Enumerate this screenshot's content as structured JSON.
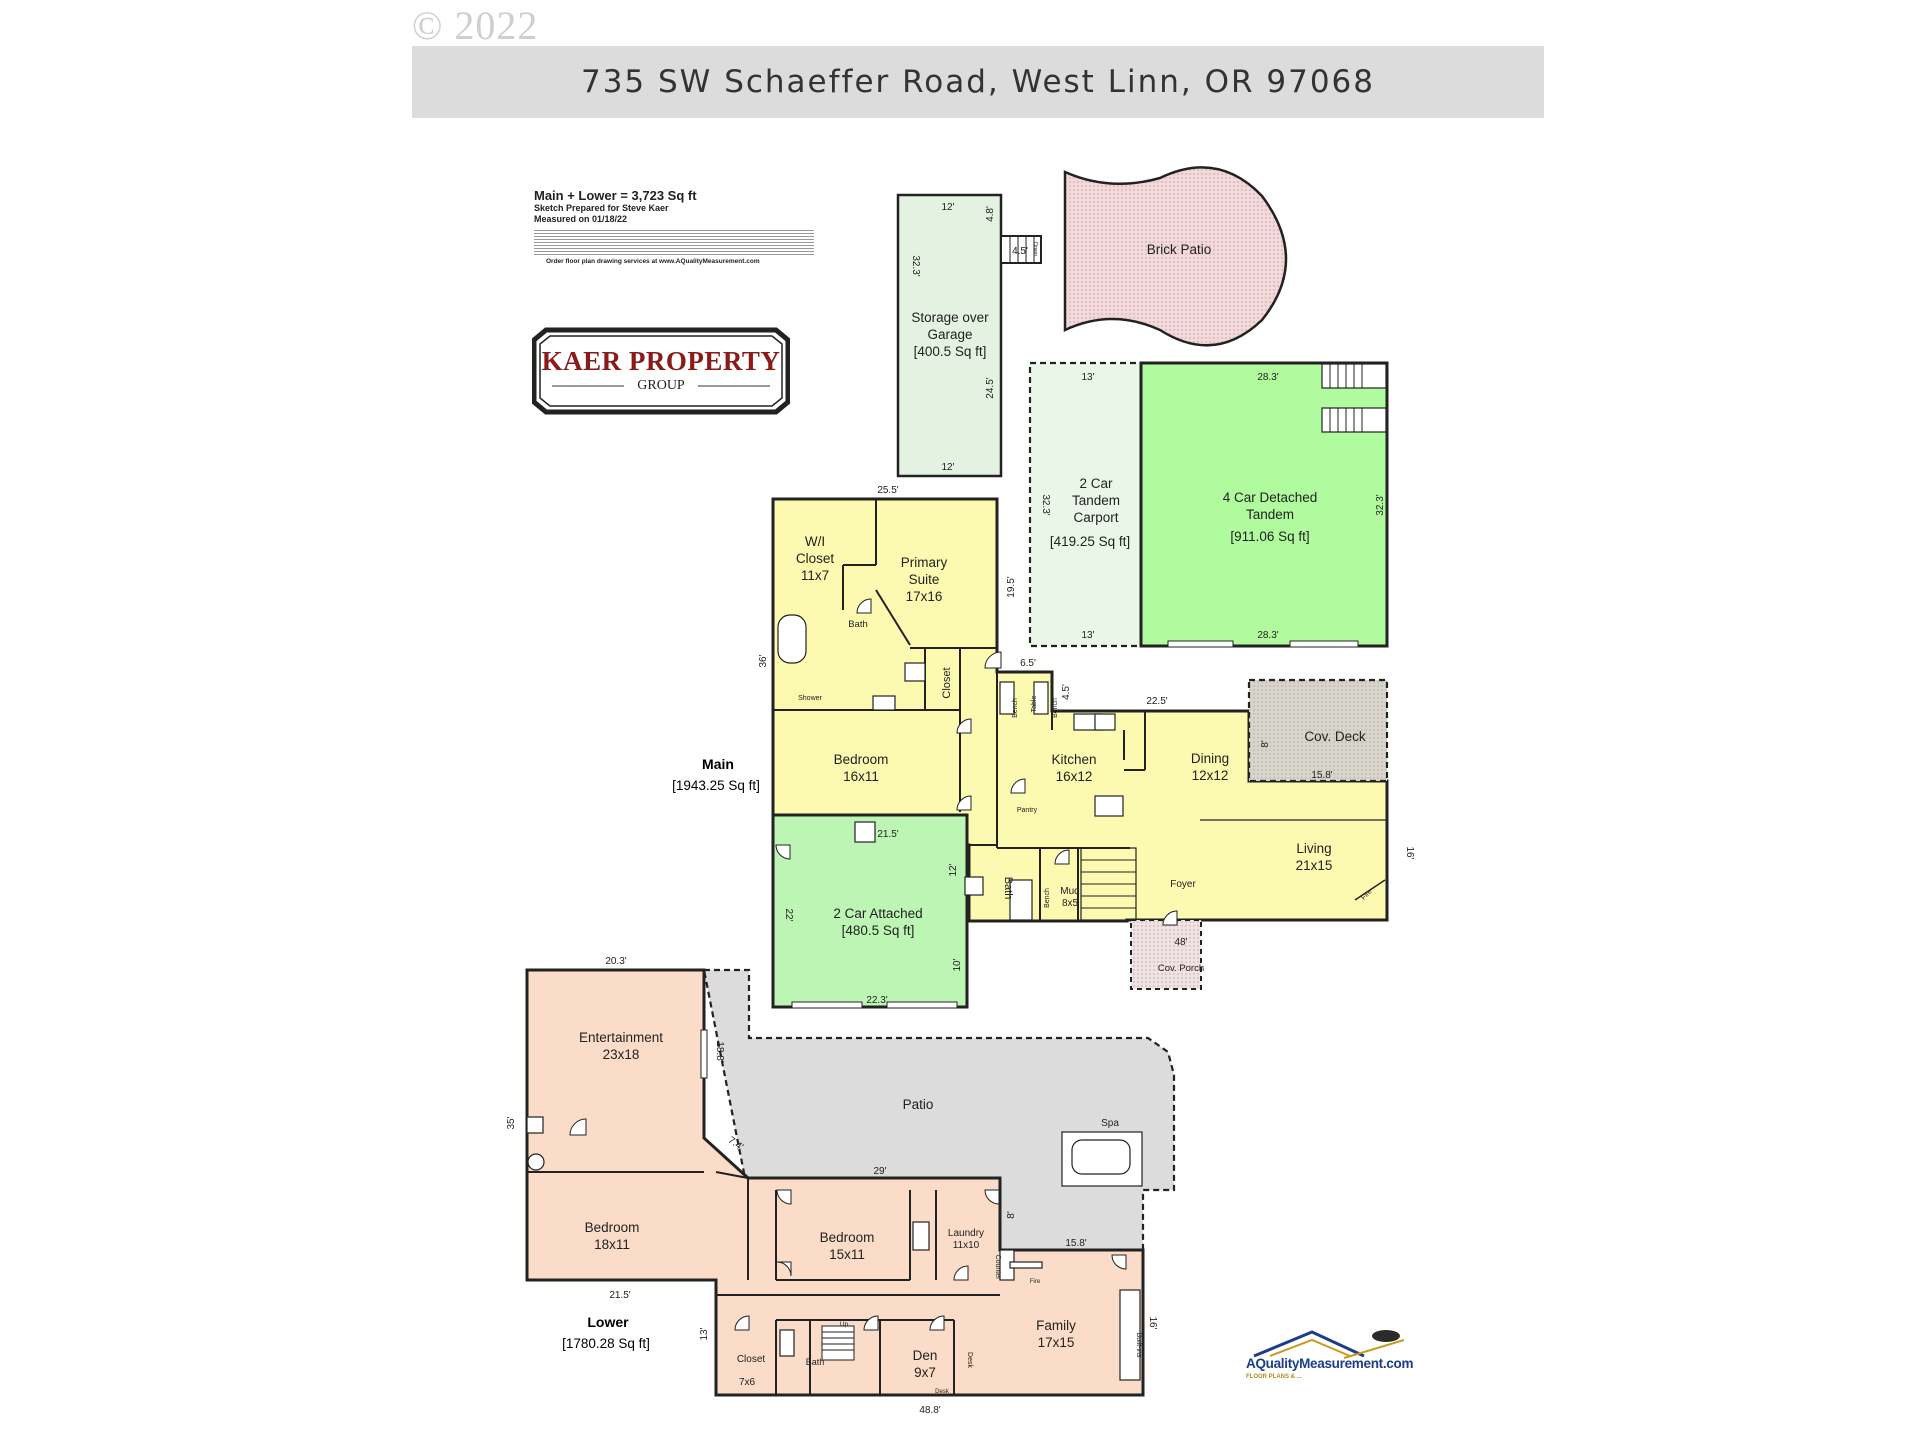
{
  "header": {
    "copyright": "© 2022",
    "address": "735 SW Schaeffer Road, West Linn, OR 97068"
  },
  "info": {
    "total": "Main + Lower = 3,723 Sq ft",
    "prepared": "Sketch Prepared for Steve Kaer",
    "measured": "Measured on 01/18/22",
    "order": "Order floor plan drawing services at www.AQualityMeasurement.com"
  },
  "logo": {
    "name": "KAER PROPERTY",
    "sub": "GROUP"
  },
  "brand": {
    "name": "AQualityMeasurement.com",
    "tagline": "FLOOR PLANS & ..."
  },
  "floors": {
    "main_label": "Main",
    "main_area": "[1943.25 Sq ft]",
    "lower_label": "Lower",
    "lower_area": "[1780.28 Sq ft]"
  },
  "rooms": {
    "storage": [
      "Storage over",
      "Garage",
      "[400.5 Sq ft]"
    ],
    "brick_patio": "Brick Patio",
    "carport": [
      "2 Car",
      "Tandem",
      "Carport",
      "[419.25 Sq ft]"
    ],
    "detached": [
      "4 Car Detached",
      "Tandem",
      "[911.06 Sq ft]"
    ],
    "wi_closet": [
      "W/I",
      "Closet",
      "11x7"
    ],
    "primary": [
      "Primary",
      "Suite",
      "17x16"
    ],
    "bath_main": "Bath",
    "shower": "Shower",
    "closet_main": "Closet",
    "bench1": "Bench",
    "table": "Table",
    "bench2": "Bench",
    "bedroom_main": [
      "Bedroom",
      "16x11"
    ],
    "kitchen": [
      "Kitchen",
      "16x12"
    ],
    "pantry": "Pantry",
    "dining": [
      "Dining",
      "12x12"
    ],
    "cov_deck": "Cov. Deck",
    "living": [
      "Living",
      "21x15"
    ],
    "fire_main": "Fire",
    "foyer": "Foyer",
    "mud": [
      "Mud",
      "8x5"
    ],
    "bench3": "Bench",
    "bath_half": "Bath",
    "garage_attached": [
      "2 Car Attached",
      "[480.5 Sq ft]"
    ],
    "cov_porch": "Cov. Porch",
    "entertainment": [
      "Entertainment",
      "23x18"
    ],
    "patio": "Patio",
    "spa": "Spa",
    "bedroom_lower1": [
      "Bedroom",
      "18x11"
    ],
    "bedroom_lower2": [
      "Bedroom",
      "15x11"
    ],
    "laundry": [
      "Laundry",
      "11x10"
    ],
    "counter": "Counter",
    "fire_lower": "Fire",
    "family": [
      "Family",
      "17x15"
    ],
    "builtins": "Built-ins",
    "up": "Up",
    "closet_lower": [
      "Closet",
      "7x6"
    ],
    "bath_lower": "Bath",
    "den": [
      "Den",
      "9x7"
    ],
    "desk1": "Desk",
    "desk2": "Desk",
    "down": "Down"
  },
  "dimensions": {
    "d_storage_top": "12'",
    "d_storage_4_8": "4.8'",
    "d_stair_4_5": "4.5'",
    "d_storage_32_3": "32.3'",
    "d_storage_24_5": "24.5'",
    "d_storage_bottom": "12'",
    "d_25_5": "25.5'",
    "d_carport_top": "13'",
    "d_carport_side": "32.3'",
    "d_carport_bottom": "13'",
    "d_det_top": "28.3'",
    "d_det_side": "32.3'",
    "d_det_bottom": "28.3'",
    "d_19_5": "19.5'",
    "d_36": "36'",
    "d_6_5": "6.5'",
    "d_4_5": "4.5'",
    "d_22_5": "22.5'",
    "d_8": "8'",
    "d_15_8": "15.8'",
    "d_16": "16'",
    "d_21_5": "21.5'",
    "d_12": "12'",
    "d_22": "22'",
    "d_10": "10'",
    "d_22_3": "22.3'",
    "d_48": "48'",
    "d_20_3": "20.3'",
    "d_18_8": "18.8'",
    "d_35": "35'",
    "d_7_4": "7.4'",
    "d_29": "29'",
    "d_8b": "8'",
    "d_15_8b": "15.8'",
    "d_21_5b": "21.5'",
    "d_13": "13'",
    "d_16b": "16'",
    "d_48_8": "48.8'"
  },
  "colors": {
    "main_floor": "#fbfab0",
    "garage": "#bdf5b4",
    "detached": "#b1fb9f",
    "storage": "#e3f2e1",
    "carport": "#eaf6e8",
    "lower_floor": "#fbdcc8",
    "patio": "#dcdcdc",
    "deck": "#d6d4c7",
    "brick": "#f1d6d6",
    "porch": "#ecdcdc",
    "header_bar": "#dcdcdc",
    "logo_red": "#8b1a1a"
  }
}
